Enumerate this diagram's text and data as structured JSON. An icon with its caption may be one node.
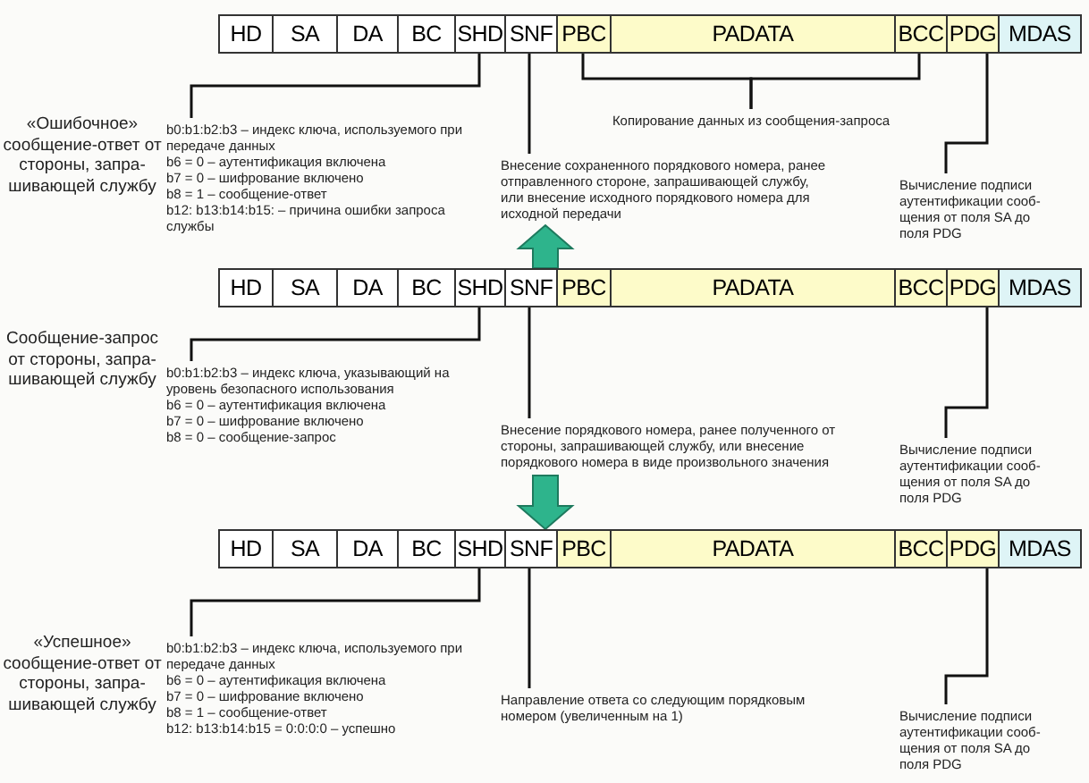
{
  "diagram": {
    "nodes": [
      {
        "text": [
          "HD"
        ]
      },
      {
        "text": [
          "SA"
        ]
      },
      {
        "text": [
          "DA"
        ]
      },
      {
        "text": [
          "BC"
        ]
      },
      {
        "text": [
          "SHD"
        ]
      },
      {
        "text": [
          "SNF"
        ]
      },
      {
        "text": [
          "PBC"
        ]
      },
      {
        "text": [
          "PADATA"
        ]
      },
      {
        "text": [
          "BCC"
        ]
      },
      {
        "text": [
          "PDG"
        ]
      },
      {
        "text": [
          "MDAS"
        ]
      },
      {
        "text": [
          "b0:b1:b2:b3 – индекс ключа, используемого при передаче данных",
          "b6 = 0 – аутентификация включена",
          "b7 = 0 – шифрование включено",
          "b8 = 1 – сообщение-ответ",
          "b12: b13:b14:b15: – причина ошибки запроса службы"
        ]
      },
      {
        "text": [
          "Копирование данных из сообщения-запроса"
        ]
      },
      {
        "text": [
          "Внесение сохраненного порядкового номера, ранее отправленного стороне, запрашивающей службу, или внесение исходного порядкового номера для исходной передачи"
        ]
      },
      {
        "text": [
          "Вычисление подписи аутентификации сооб-щения от поля SA до поля PDG"
        ]
      },
      {
        "text": [
          "HD"
        ]
      },
      {
        "text": [
          "SA"
        ]
      },
      {
        "text": [
          "DA"
        ]
      },
      {
        "text": [
          "BC"
        ]
      },
      {
        "text": [
          "SHD"
        ]
      },
      {
        "text": [
          "SNF"
        ]
      },
      {
        "text": [
          "PBC"
        ]
      },
      {
        "text": [
          "PADATA"
        ]
      },
      {
        "text": [
          "BCC"
        ]
      },
      {
        "text": [
          "PDG"
        ]
      },
      {
        "text": [
          "MDAS"
        ]
      },
      {
        "text": [
          "b0:b1:b2:b3 – индекс ключа, указывающий на уровень безопасного использования",
          "b6 = 0 – аутентификация включена",
          "b7 = 0 – шифрование включено",
          "b8 = 0 – сообщение-запрос"
        ]
      },
      {
        "text": [
          "Внесение порядкового номера, ранее полученного от стороны, запрашивающей службу, или внесение порядкового номера в виде произвольного значения"
        ]
      },
      {
        "text": [
          "Вычисление подписи аутентификации сооб-щения от поля SA до поля PDG"
        ]
      },
      {
        "text": [
          "HD"
        ]
      },
      {
        "text": [
          "SA"
        ]
      },
      {
        "text": [
          "DA"
        ]
      },
      {
        "text": [
          "BC"
        ]
      },
      {
        "text": [
          "SHD"
        ]
      },
      {
        "text": [
          "SNF"
        ]
      },
      {
        "text": [
          "PBC"
        ]
      },
      {
        "text": [
          "PADATA"
        ]
      },
      {
        "text": [
          "BCC"
        ]
      },
      {
        "text": [
          "PDG"
        ]
      },
      {
        "text": [
          "MDAS"
        ]
      },
      {
        "text": [
          "b0:b1:b2:b3 – индекс ключа, используемого при передаче данных",
          "b6 = 0 – аутентификация включена",
          "b7 = 0 – шифрование включено",
          "b8 = 1 – сообщение-ответ",
          "b12: b13:b14:b15 = 0:0:0:0 – успешно"
        ]
      },
      {
        "text": [
          "Направление ответа со следующим порядковым номером (увеличенным на 1)"
        ]
      },
      {
        "text": [
          "Вычисление подписи аутентификации сооб-щения от поля SA до поля PDG"
        ]
      }
    ],
    "edges": [
      {
        "from": 4,
        "to": 11,
        "arrow": "none"
      },
      {
        "from": 6,
        "to": 12,
        "arrow": "none"
      },
      {
        "from": 8,
        "to": 12,
        "arrow": "none"
      },
      {
        "from": 5,
        "to": 13,
        "arrow": "none"
      },
      {
        "from": 9,
        "to": 14,
        "arrow": "none"
      },
      {
        "from": 19,
        "to": 26,
        "arrow": "none"
      },
      {
        "from": 20,
        "to": 27,
        "arrow": "none"
      },
      {
        "from": 24,
        "to": 28,
        "arrow": "none"
      },
      {
        "from": 33,
        "to": 40,
        "arrow": "none"
      },
      {
        "from": 34,
        "to": 41,
        "arrow": "none"
      },
      {
        "from": 38,
        "to": 42,
        "arrow": "none"
      },
      {
        "from": 20,
        "to": 13,
        "arrow": "to",
        "style": "thick",
        "color": "#2eb48c"
      },
      {
        "from": 27,
        "to": 34,
        "arrow": "to",
        "style": "thick",
        "color": "#2eb48c"
      }
    ],
    "labels": [
      "«Ошибочное» сообщение-ответ от стороны, запра-шивающей службу",
      "Сообщение-запрос от стороны, запра-шивающей службу",
      "«Успешное» сообщение-ответ от стороны, запра-шивающей службу"
    ]
  }
}
